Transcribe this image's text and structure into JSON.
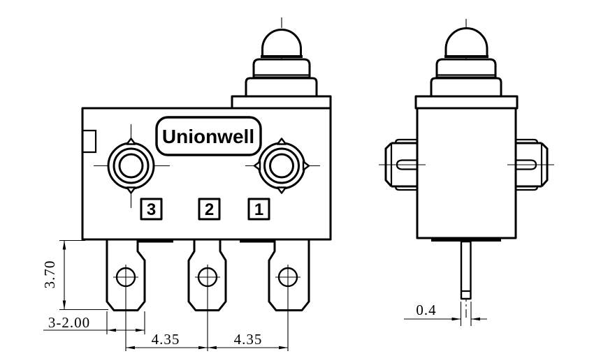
{
  "drawing": {
    "brand_label": "Unionwell",
    "terminal_labels": [
      "3",
      "2",
      "1"
    ],
    "dimensions": {
      "terminal_length": "3.70",
      "terminal_width": "3-2.00",
      "pitch_left": "4.35",
      "pitch_right": "4.35",
      "pin_width": "0.4"
    },
    "colors": {
      "line": "#000000",
      "background": "#ffffff"
    }
  }
}
